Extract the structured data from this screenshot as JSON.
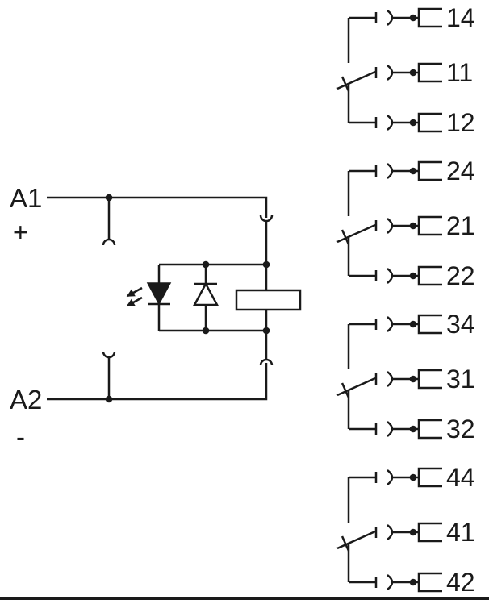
{
  "colors": {
    "background": "#ffffff",
    "line": "#1a1a1a",
    "text": "#1a1a1a"
  },
  "coil": {
    "a1": {
      "label": "A1",
      "polarity": "+"
    },
    "a2": {
      "label": "A2",
      "polarity": "-"
    }
  },
  "contact_groups": [
    {
      "no": "14",
      "com": "11",
      "nc": "12"
    },
    {
      "no": "24",
      "com": "21",
      "nc": "22"
    },
    {
      "no": "34",
      "com": "31",
      "nc": "32"
    },
    {
      "no": "44",
      "com": "41",
      "nc": "42"
    }
  ]
}
